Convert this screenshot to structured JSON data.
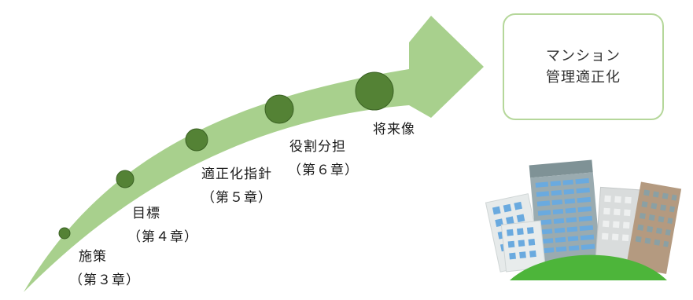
{
  "colors": {
    "arrow_fill": "#a8d08d",
    "milestone_dot": "#548235",
    "milestone_dot_edge": "#3b6224",
    "goal_border": "#b5d79a",
    "hill": "#4db53a",
    "building_light": "#e8ecec",
    "building_blue_tower": "#9aabb0",
    "building_window_blue": "#6aaadf",
    "building_brown": "#b49a80"
  },
  "milestones": [
    {
      "label": "施策",
      "chapter": "（第３章）"
    },
    {
      "label": "目標",
      "chapter": "（第４章）"
    },
    {
      "label": "適正化指針",
      "chapter": "（第５章）"
    },
    {
      "label": "役割分担",
      "chapter": "（第６章）"
    },
    {
      "label": "将来像",
      "chapter": ""
    }
  ],
  "goal": {
    "line1": "マンション",
    "line2": "管理適正化"
  },
  "icons": {
    "arrow": "growth-arrow",
    "illustration": "apartment-buildings-illustration"
  }
}
